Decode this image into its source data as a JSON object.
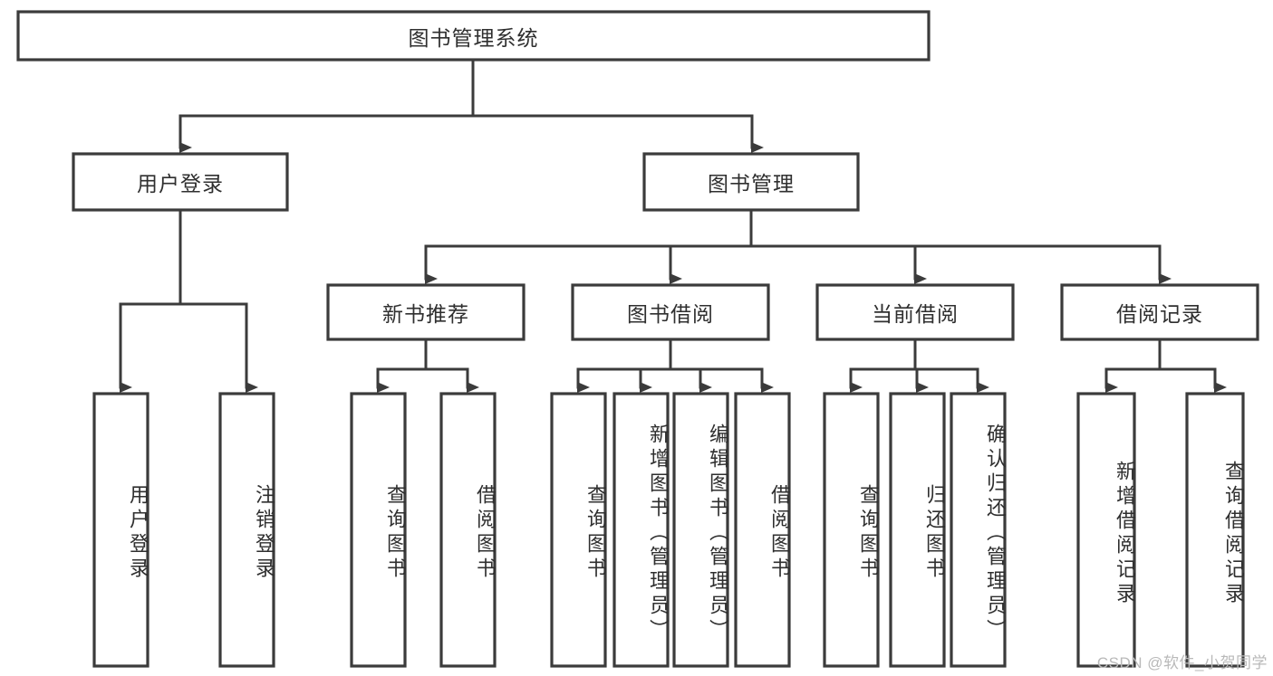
{
  "diagram": {
    "title": "图书管理系统",
    "type": "tree",
    "watermark": "CSDN @软件_小贺同学",
    "colors": {
      "stroke": "#3b3b3b",
      "box_fill": "#ffffff",
      "text": "#2f2f2f",
      "background": "#ffffff",
      "watermark": "#b9b9b9"
    },
    "levels": [
      {
        "level": 1,
        "nodes": [
          {
            "id": "root",
            "label": "图书管理系统",
            "orientation": "horizontal"
          }
        ]
      },
      {
        "level": 2,
        "nodes": [
          {
            "id": "user-login",
            "label": "用户登录",
            "orientation": "horizontal",
            "parent": "root"
          },
          {
            "id": "book-manage",
            "label": "图书管理",
            "orientation": "horizontal",
            "parent": "root"
          }
        ]
      },
      {
        "level": 3,
        "nodes": [
          {
            "id": "new-book-rec",
            "label": "新书推荐",
            "orientation": "horizontal",
            "parent": "book-manage"
          },
          {
            "id": "book-borrow",
            "label": "图书借阅",
            "orientation": "horizontal",
            "parent": "book-manage"
          },
          {
            "id": "current-borrow",
            "label": "当前借阅",
            "orientation": "horizontal",
            "parent": "book-manage"
          },
          {
            "id": "borrow-record",
            "label": "借阅记录",
            "orientation": "horizontal",
            "parent": "book-manage"
          }
        ]
      },
      {
        "level": 4,
        "nodes": [
          {
            "id": "leaf-user-login",
            "label": "用户登录",
            "orientation": "vertical",
            "parent": "user-login"
          },
          {
            "id": "leaf-logout",
            "label": "注销登录",
            "orientation": "vertical",
            "parent": "user-login"
          },
          {
            "id": "leaf-query-book-1",
            "label": "查询图书",
            "orientation": "vertical",
            "parent": "new-book-rec"
          },
          {
            "id": "leaf-borrow-book-1",
            "label": "借阅图书",
            "orientation": "vertical",
            "parent": "new-book-rec"
          },
          {
            "id": "leaf-query-book-2",
            "label": "查询图书",
            "orientation": "vertical",
            "parent": "book-borrow"
          },
          {
            "id": "leaf-add-book",
            "label": "新增图书（管理员）",
            "orientation": "vertical",
            "parent": "book-borrow"
          },
          {
            "id": "leaf-edit-book",
            "label": "编辑图书（管理员）",
            "orientation": "vertical",
            "parent": "book-borrow"
          },
          {
            "id": "leaf-borrow-book-2",
            "label": "借阅图书",
            "orientation": "vertical",
            "parent": "book-borrow"
          },
          {
            "id": "leaf-query-book-3",
            "label": "查询图书",
            "orientation": "vertical",
            "parent": "current-borrow"
          },
          {
            "id": "leaf-return-book",
            "label": "归还图书",
            "orientation": "vertical",
            "parent": "current-borrow"
          },
          {
            "id": "leaf-confirm-return",
            "label": "确认归还（管理员）",
            "orientation": "vertical",
            "parent": "current-borrow"
          },
          {
            "id": "leaf-add-record",
            "label": "新增借阅记录",
            "orientation": "vertical",
            "parent": "borrow-record"
          },
          {
            "id": "leaf-query-record",
            "label": "查询借阅记录",
            "orientation": "vertical",
            "parent": "borrow-record"
          }
        ]
      }
    ]
  }
}
